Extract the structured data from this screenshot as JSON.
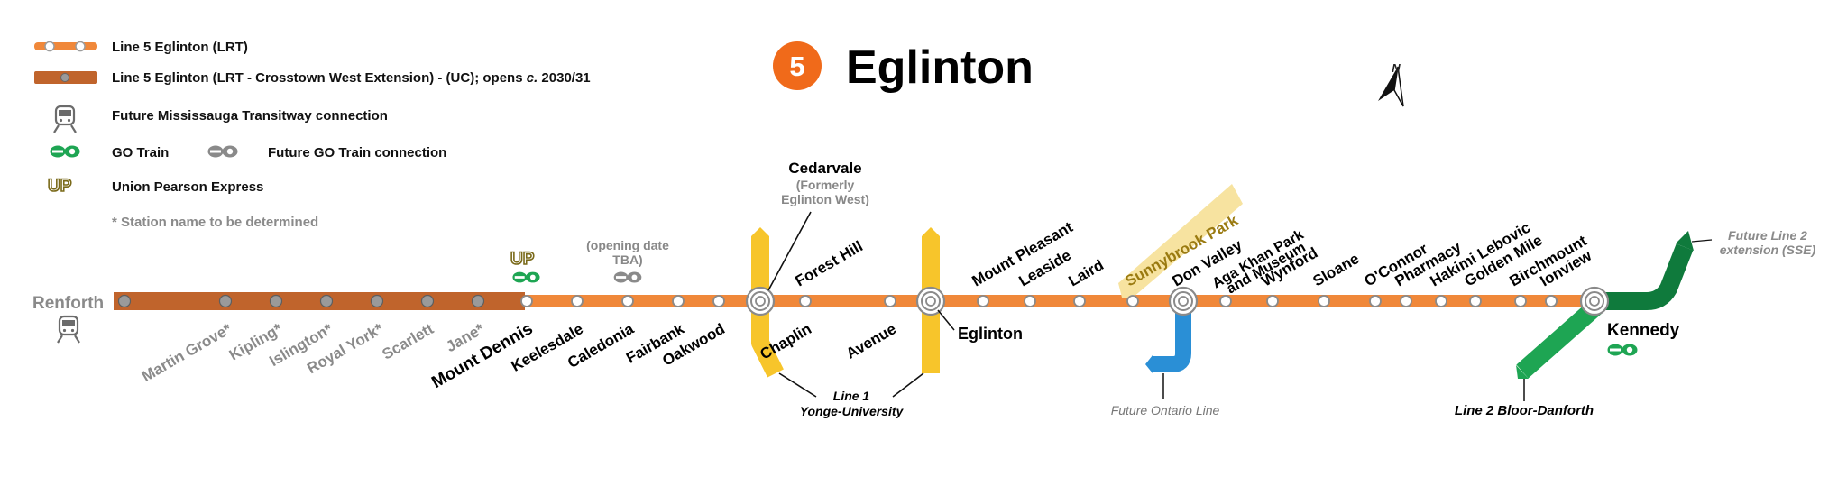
{
  "title": {
    "number": "5",
    "name": "Eglinton"
  },
  "colors": {
    "line5": "#f0883a",
    "line5_ext": "#c0642c",
    "line1": "#f7c52b",
    "line2": "#1ea553",
    "line2_dark": "#0f7a3c",
    "ontario": "#2a8fd6",
    "sunnybrook": "#f7e3a0",
    "go_green": "#1ea553",
    "go_grey": "#8a8a8a",
    "up_gold": "#7a6a1a",
    "grey_text": "#888888"
  },
  "legend": {
    "line5": "Line 5 Eglinton (LRT)",
    "line5_ext": "Line 5 Eglinton (LRT - Crosstown West Extension) - (UC); opens",
    "line5_ext_approx": "c.",
    "line5_ext_year": "2030/31",
    "transitway": "Future Mississauga Transitway connection",
    "go_train": "GO Train",
    "future_go": "Future GO Train connection",
    "up_express": "Union Pearson Express",
    "footnote": "* Station name to be determined"
  },
  "compass": "N",
  "stations_ext": [
    {
      "id": "renforth",
      "name": "Renforth"
    },
    {
      "id": "martin-grove",
      "name": "Martin Grove*"
    },
    {
      "id": "kipling",
      "name": "Kipling*"
    },
    {
      "id": "islington",
      "name": "Islington*"
    },
    {
      "id": "royal-york",
      "name": "Royal York*"
    },
    {
      "id": "scarlett",
      "name": "Scarlett"
    },
    {
      "id": "jane",
      "name": "Jane*"
    }
  ],
  "stations_west": [
    {
      "id": "mount-dennis",
      "name": "Mount Dennis"
    },
    {
      "id": "keelesdale",
      "name": "Keelesdale"
    },
    {
      "id": "caledonia",
      "name": "Caledonia"
    },
    {
      "id": "fairbank",
      "name": "Fairbank"
    },
    {
      "id": "oakwood",
      "name": "Oakwood"
    },
    {
      "id": "chaplin",
      "name": "Chaplin"
    },
    {
      "id": "avenue",
      "name": "Avenue"
    }
  ],
  "stations_mid": [
    {
      "id": "forest-hill",
      "name": "Forest Hill"
    },
    {
      "id": "mount-pleasant",
      "name": "Mount Pleasant"
    },
    {
      "id": "leaside",
      "name": "Leaside"
    },
    {
      "id": "laird",
      "name": "Laird"
    },
    {
      "id": "sunnybrook-park",
      "name": "Sunnybrook Park"
    },
    {
      "id": "don-valley",
      "name": "Don Valley"
    },
    {
      "id": "aga-khan-1",
      "name": "Aga Khan Park"
    },
    {
      "id": "aga-khan-2",
      "name": "and Museum"
    },
    {
      "id": "wynford",
      "name": "Wynford"
    },
    {
      "id": "sloane",
      "name": "Sloane"
    },
    {
      "id": "oconnor",
      "name": "O'Connor"
    },
    {
      "id": "pharmacy",
      "name": "Pharmacy"
    },
    {
      "id": "hakimi-lebovic",
      "name": "Hakimi Lebovic"
    },
    {
      "id": "golden-mile",
      "name": "Golden Mile"
    },
    {
      "id": "birchmount",
      "name": "Birchmount"
    },
    {
      "id": "ionview",
      "name": "Ionview"
    }
  ],
  "interchanges": {
    "cedarvale": "Cedarvale",
    "cedarvale_note": [
      "(Formerly",
      "Eglinton West)"
    ],
    "eglinton": "Eglinton",
    "kennedy": "Kennedy"
  },
  "notes": {
    "opening_tba": [
      "(opening date",
      "TBA)"
    ],
    "line1": [
      "Line 1",
      "Yonge-University"
    ],
    "ontario_line": "Future Ontario Line",
    "line2": "Line 2 Bloor-Danforth",
    "line2_ext": [
      "Future Line 2",
      "extension (SSE)"
    ]
  },
  "icon_text": {
    "up": "UP",
    "go": "GO"
  }
}
